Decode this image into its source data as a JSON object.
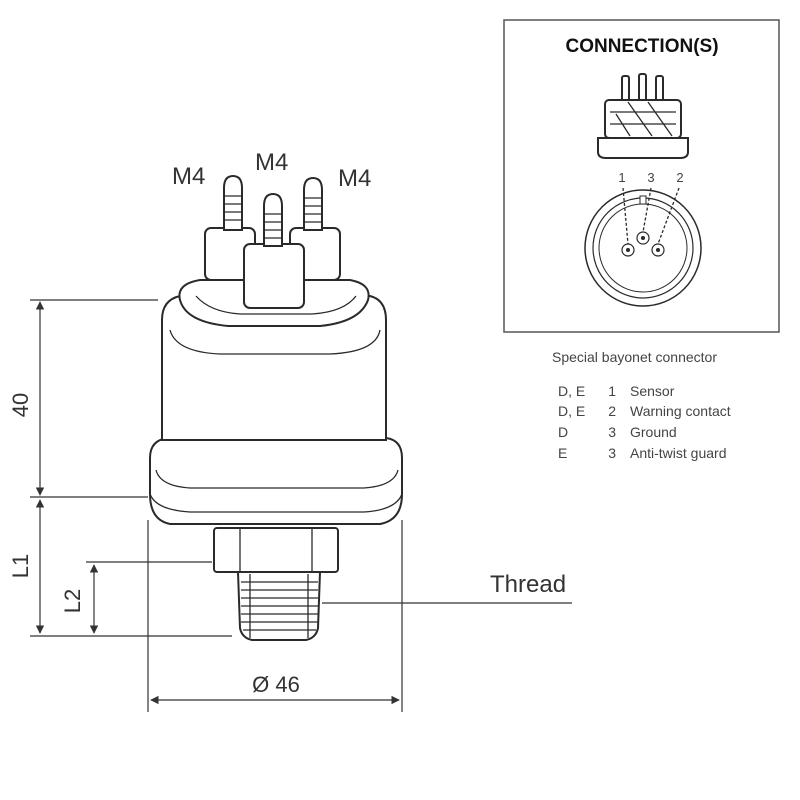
{
  "drawing": {
    "terminal_labels": [
      "M4",
      "M4",
      "M4"
    ],
    "dim_height": "40",
    "dim_l1": "L1",
    "dim_l2": "L2",
    "dim_diameter": "Ø 46",
    "thread_label": "Thread"
  },
  "connection": {
    "title": "CONNECTION(S)",
    "pin_numbers": [
      "1",
      "3",
      "2"
    ],
    "caption": "Special bayonet connector",
    "legend": [
      {
        "code": "D, E",
        "pin": "1",
        "desc": "Sensor"
      },
      {
        "code": "D, E",
        "pin": "2",
        "desc": "Warning contact"
      },
      {
        "code": "D",
        "pin": "3",
        "desc": "Ground"
      },
      {
        "code": "E",
        "pin": "3",
        "desc": "Anti-twist guard"
      }
    ]
  },
  "colors": {
    "line": "#2a2a2a",
    "panel_border": "#555555",
    "background": "#ffffff"
  }
}
